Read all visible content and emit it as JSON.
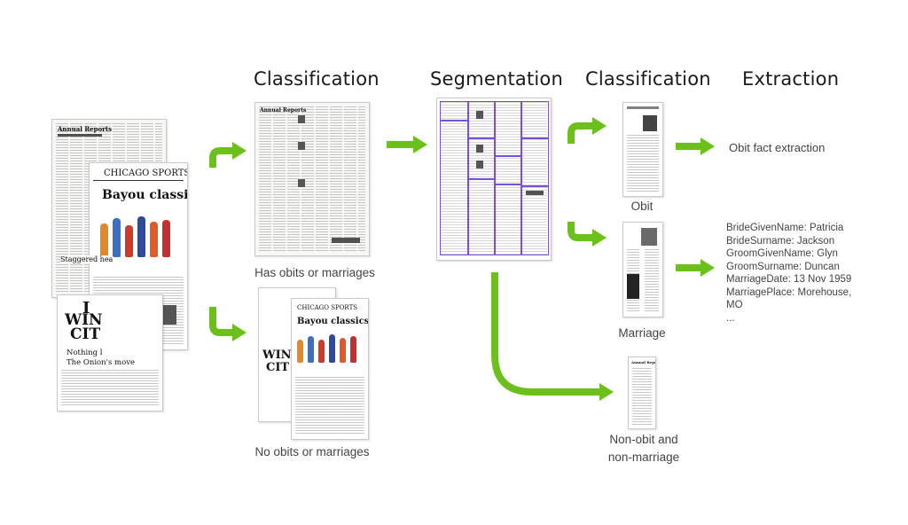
{
  "stages": {
    "classification_1": "Classification",
    "segmentation": "Segmentation",
    "classification_2": "Classification",
    "extraction": "Extraction"
  },
  "labels": {
    "has_obits": "Has obits or marriages",
    "no_obits": "No obits or marriages",
    "obit": "Obit",
    "marriage": "Marriage",
    "non_obit_line1": "Non-obit and",
    "non_obit_line2": "non-marriage",
    "obit_fact_extraction": "Obit fact extraction"
  },
  "extraction_fields": [
    "BrideGivenName: Patricia",
    "BrideSurname: Jackson",
    "GroomGivenName: Glyn",
    "GroomSurname: Duncan",
    "MarriageDate: 13 Nov 1959",
    "MarriagePlace: Morehouse,",
    "MO",
    "..."
  ],
  "newspaper_text": {
    "masthead": "CHICAGO SPORTS",
    "headline": "Bayou classics",
    "big_letters_1": "I",
    "big_letters_2": "WIN",
    "big_letters_3": "CIT",
    "subhead_1": "Nothing l",
    "subhead_2": "The Onion's move",
    "small_headline": "Staggered hea"
  },
  "colors": {
    "arrow": "#6cc01c",
    "segmentation_box": "#7a4fd8"
  }
}
